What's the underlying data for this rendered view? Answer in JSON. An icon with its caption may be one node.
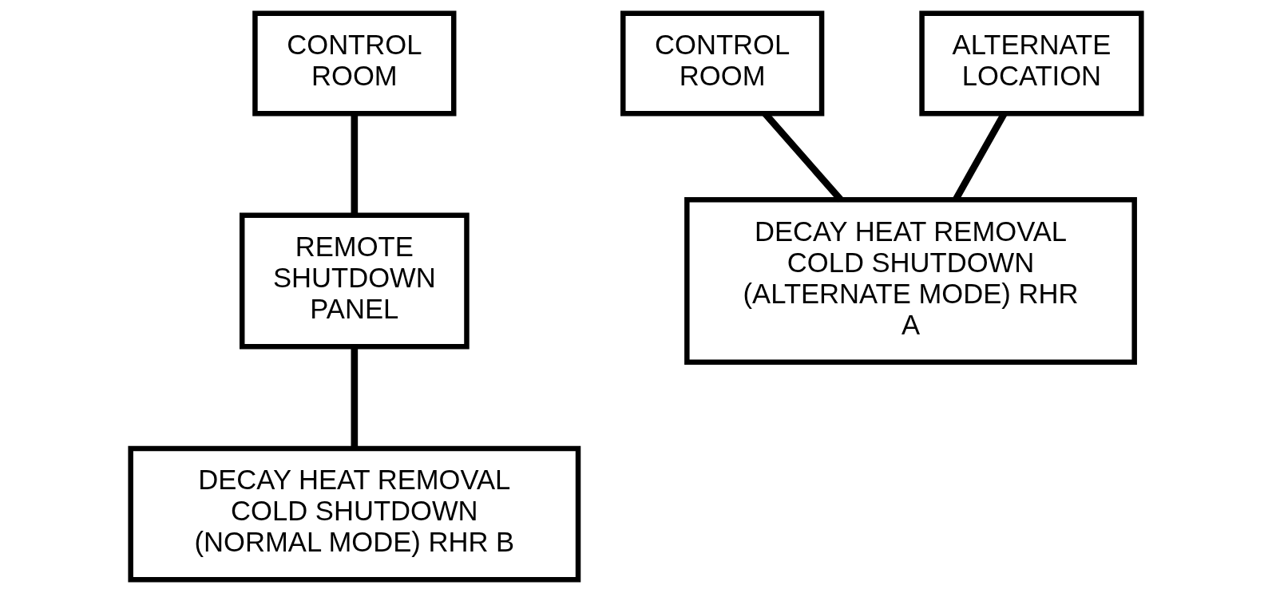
{
  "diagram": {
    "nodes": [
      {
        "text": [
          "CONTROL ROOM"
        ]
      },
      {
        "text": [
          "REMOTE SHUTDOWN PANEL"
        ]
      },
      {
        "text": [
          "DECAY HEAT REMOVAL COLD SHUTDOWN (NORMAL MODE) RHR B"
        ]
      },
      {
        "text": [
          "CONTROL ROOM"
        ]
      },
      {
        "text": [
          "ALTERNATE LOCATION"
        ]
      },
      {
        "text": [
          "DECAY HEAT REMOVAL COLD SHUTDOWN (ALTERNATE MODE) RHR A"
        ]
      }
    ],
    "edges": [
      {
        "from": 0,
        "to": 1,
        "arrow": "none"
      },
      {
        "from": 1,
        "to": 2,
        "arrow": "none"
      },
      {
        "from": 3,
        "to": 5,
        "arrow": "none"
      },
      {
        "from": 4,
        "to": 5,
        "arrow": "none"
      }
    ]
  }
}
